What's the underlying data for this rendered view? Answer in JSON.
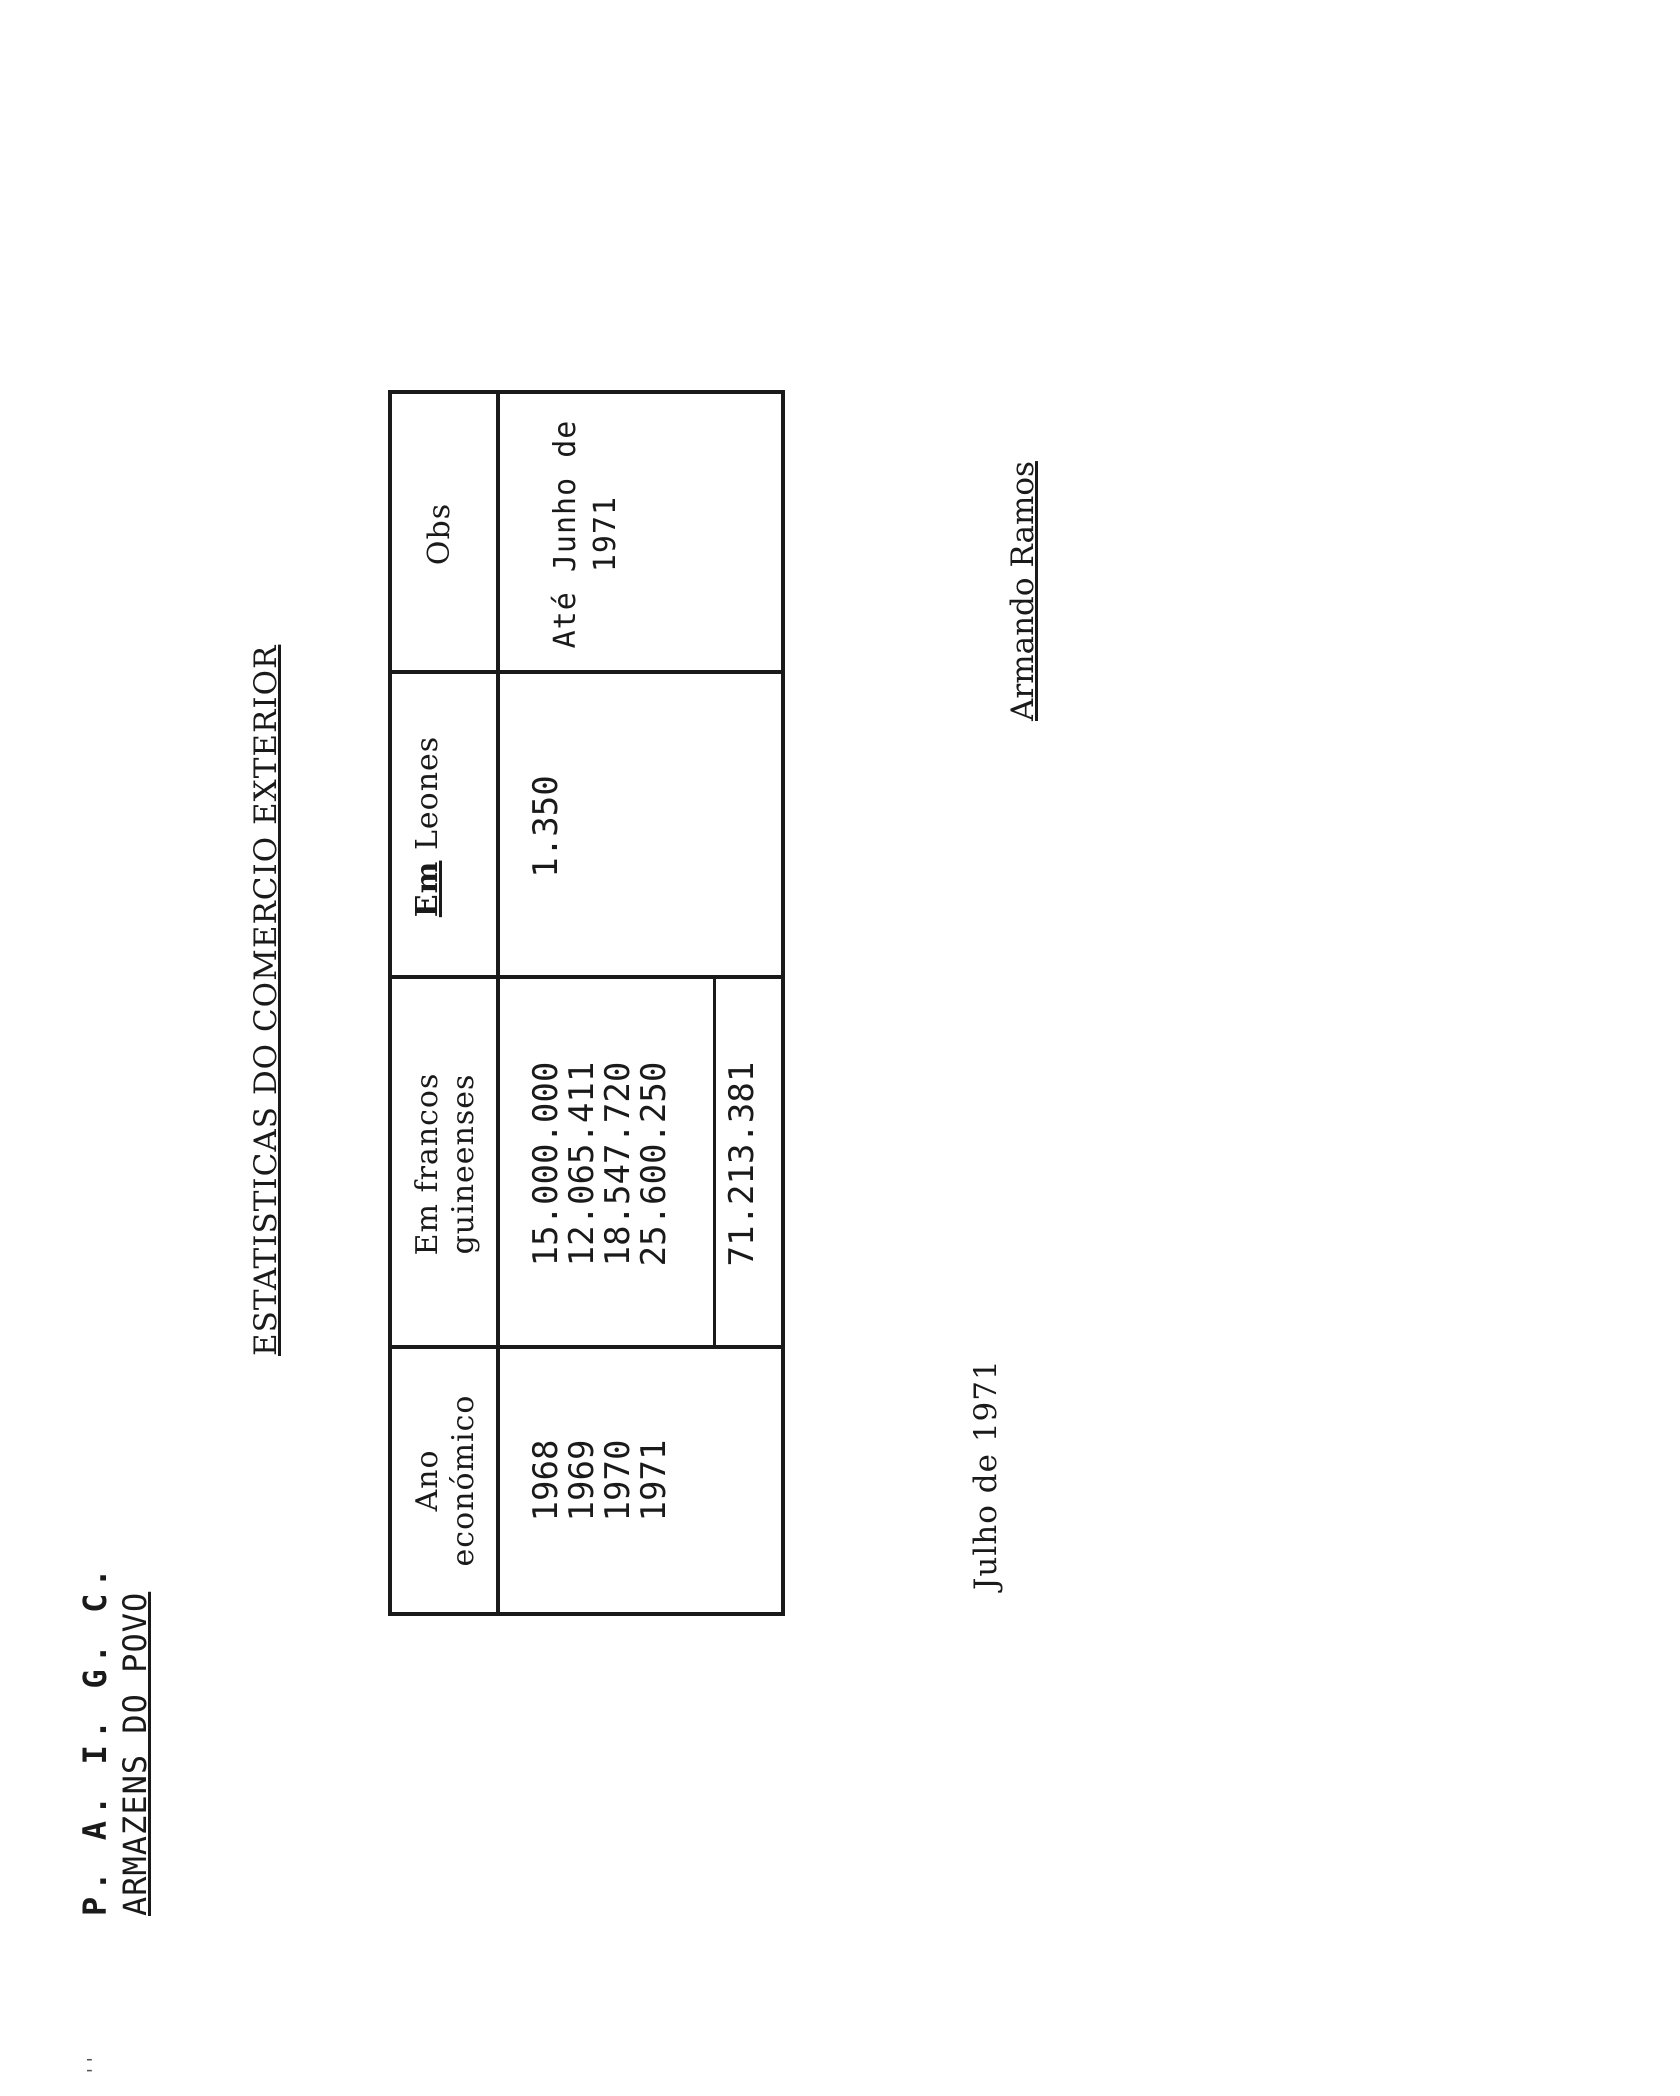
{
  "header": {
    "line1": "P. A. I. G. C.",
    "line2": "ARMAZENS DO POVO"
  },
  "title": "ESTATISTICAS DO COMERCIO EXTERIOR",
  "table": {
    "headers": {
      "year_line1": "Ano",
      "year_line2": "económico",
      "francs_line1": "Em francos",
      "francs_line2": "guineenses",
      "leones_em": "Em",
      "leones_word": "Leones",
      "obs": "Obs"
    },
    "years": [
      "1968",
      "1969",
      "1970",
      "1971"
    ],
    "francs": [
      "15.000.000",
      "12.065.411",
      "18.547.720",
      "25.600.250"
    ],
    "francs_total": "71.213.381",
    "leones": [
      "1.350"
    ],
    "obs_line1": "Até Junho de",
    "obs_line2": "1971"
  },
  "date": "Julho de 1971",
  "signature": "Armando Ramos",
  "corner_mark": "''"
}
